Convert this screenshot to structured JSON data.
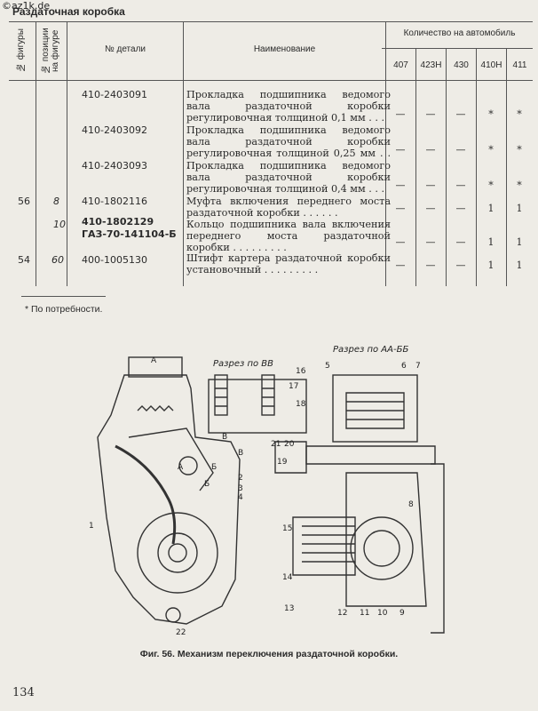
{
  "watermark": "©az1k.de",
  "running_title": "Раздаточная коробка",
  "headers": {
    "fig": "№ фигуры",
    "pos": "№ позиции на фигуре",
    "part": "№ детали",
    "name": "Наименование",
    "qty": "Количество на автомобиль",
    "models": [
      "407",
      "423Н",
      "430",
      "410Н",
      "411"
    ]
  },
  "rows": [
    {
      "fig": "",
      "pos": "",
      "part": "410-2403091",
      "part2": "",
      "name": "Прокладка подшипника ведомого вала раздаточной коробки регулировочная толщиной 0,1 мм . . .",
      "qty": [
        "—",
        "—",
        "—",
        "*",
        "*"
      ]
    },
    {
      "fig": "",
      "pos": "",
      "part": "410-2403092",
      "part2": "",
      "name": "Прокладка подшипника ведомого вала раздаточной коробки регулировочная толщиной 0,25 мм . . .",
      "qty": [
        "—",
        "—",
        "—",
        "*",
        "*"
      ]
    },
    {
      "fig": "",
      "pos": "",
      "part": "410-2403093",
      "part2": "",
      "name": "Прокладка подшипника ведомого вала раздаточной коробки регулировочная толщиной 0,4 мм . . .",
      "qty": [
        "—",
        "—",
        "—",
        "*",
        "*"
      ]
    },
    {
      "fig": "56",
      "pos": "8",
      "part": "410-1802116",
      "part2": "",
      "name": "Муфта включения переднего моста раздаточной коробки . . . . . .",
      "qty": [
        "—",
        "—",
        "—",
        "1",
        "1"
      ]
    },
    {
      "fig": "",
      "pos": "10",
      "part": "410-1802129",
      "part2": "ГАЗ-70-141104-Б",
      "name": "Кольцо подшипника вала включения переднего моста раздаточной коробки . . . . . . . . .",
      "qty": [
        "—",
        "—",
        "—",
        "1",
        "1"
      ]
    },
    {
      "fig": "54",
      "pos": "60",
      "part": "400-1005130",
      "part2": "",
      "name": "Штифт картера раздаточной коробки установочный . . . . . . . . .",
      "qty": [
        "—",
        "—",
        "—",
        "1",
        "1"
      ]
    }
  ],
  "footnote": "* По потребности.",
  "figure": {
    "section_bb": "Разрез по ВВ",
    "section_aabb": "Разрез по АА-ББ",
    "labels": [
      "1",
      "2",
      "3",
      "4",
      "5",
      "6",
      "7",
      "8",
      "9",
      "10",
      "11",
      "12",
      "13",
      "14",
      "15",
      "16",
      "17",
      "18",
      "19",
      "20",
      "21",
      "22"
    ],
    "letters": [
      "А",
      "А",
      "Б",
      "Б",
      "В",
      "В"
    ]
  },
  "caption": "Фиг. 56. Механизм переключения раздаточной коробки.",
  "page_number": "134"
}
